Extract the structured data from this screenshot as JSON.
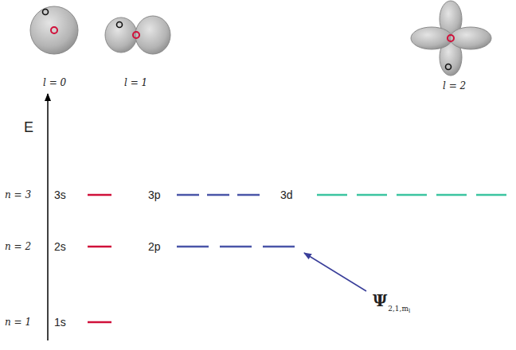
{
  "diagram": {
    "labels": [
      "l = 0",
      "l = 1",
      "l = 2",
      "E",
      "n = 3",
      "3s",
      "3p",
      "3d",
      "n = 2",
      "2s",
      "2p",
      "n = 1",
      "1s",
      "Ψ",
      "2,1,m",
      "l"
    ]
  }
}
